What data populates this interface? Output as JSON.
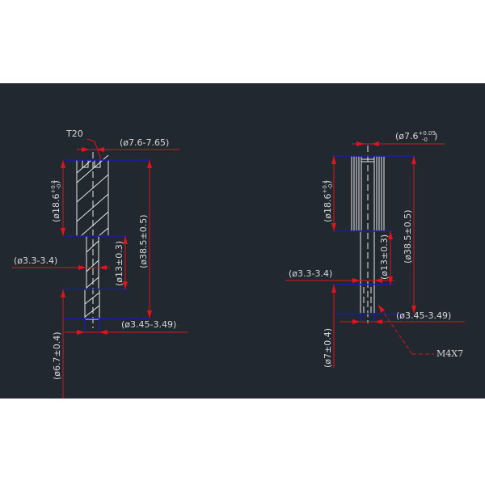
{
  "drawing": {
    "background_color": "#212830",
    "dimension_color": "#e0141c",
    "extension_color": "#1a1ab0",
    "left_part": {
      "drive_label": "T20",
      "head_diameter": "(ø7.6-7.65)",
      "head_length": "(ø18.6",
      "head_length_tol_upper": "+0.1",
      "head_length_tol_lower": "-0",
      "head_length_close": ")",
      "overall_length": "(ø38.5±0.5)",
      "shaft_length": "(ø13±0.3)",
      "shaft_diameter": "(ø3.3-3.4)",
      "tip_length": "(ø6.7±0.4)",
      "tip_diameter": "(ø3.45-3.49)"
    },
    "right_part": {
      "head_diameter": "(ø7.6",
      "head_diameter_tol_upper": "+0.05",
      "head_diameter_tol_lower": "-0",
      "head_diameter_close": ")",
      "head_length": "(ø18.6",
      "head_length_tol_upper": "+0.1",
      "head_length_tol_lower": "-0",
      "head_length_close": ")",
      "overall_length": "(ø38.5±0.5)",
      "shaft_length": "(ø13±0.3)",
      "shaft_diameter": "(ø3.3-3.4)",
      "tip_length": "(ø7±0.4)",
      "tip_diameter": "(ø3.45-3.49)",
      "thread_callout": "M4X7"
    }
  }
}
